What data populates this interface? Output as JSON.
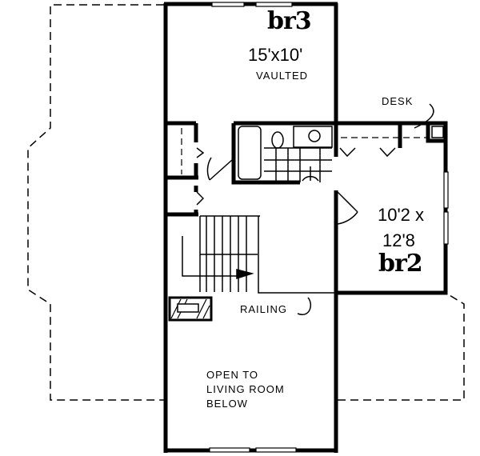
{
  "rooms": {
    "br3": {
      "name": "br3",
      "size": "15'x10'",
      "note": "VAULTED"
    },
    "br2": {
      "name": "br2",
      "size_line1": "10'2 x",
      "size_line2": "12'8"
    },
    "open_area": {
      "line1": "OPEN TO",
      "line2": "LIVING ROOM",
      "line3": "BELOW"
    }
  },
  "annotations": {
    "desk": "DESK",
    "railing": "RAILING"
  },
  "colors": {
    "ink": "#000000",
    "paper": "#ffffff"
  }
}
